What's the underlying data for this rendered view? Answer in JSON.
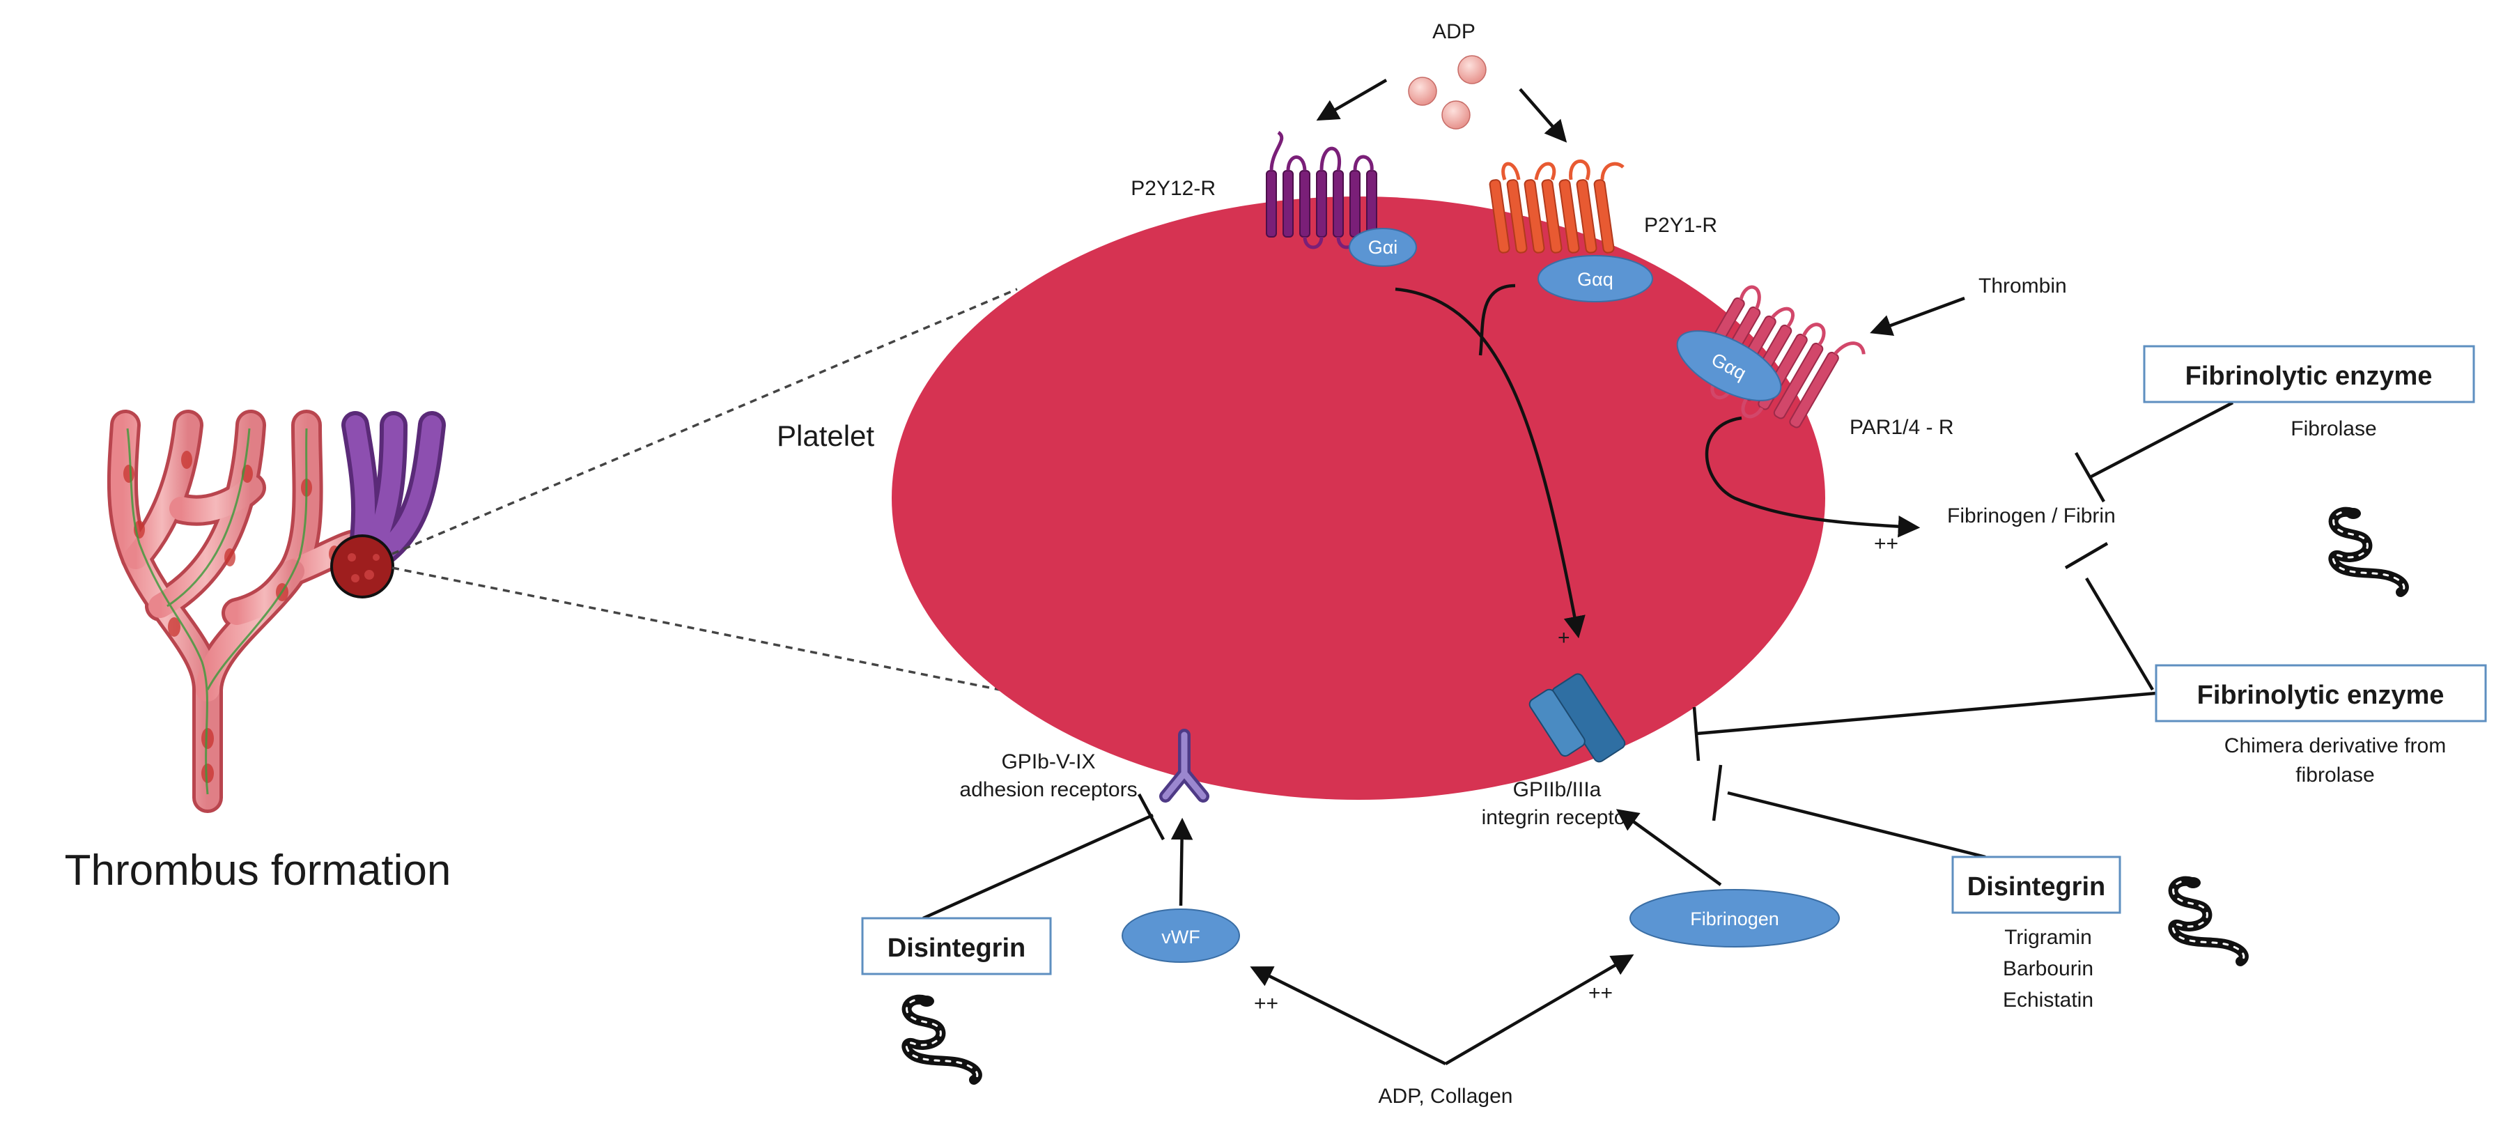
{
  "colors": {
    "platelet": "#d63352",
    "pill": "#5b95d3",
    "p2y12": "#7a1f78",
    "p2y1": "#e85a32",
    "par": "#d2476a",
    "integrin": "#2f6fa3",
    "box_border": "#5e8fc0"
  },
  "icons": [
    "snake-icon",
    "adp-particle",
    "vessel-tree-illustration"
  ],
  "left": {
    "title": "Thrombus formation"
  },
  "platelet_label": "Platelet",
  "adp": "ADP",
  "receptors": {
    "p2y12": "P2Y12-R",
    "p2y1": "P2Y1-R",
    "par": "PAR1/4 - R",
    "gpib_line1": "GPIb-V-IX",
    "gpib_line2": "adhesion receptors",
    "gpiib_line1": "GPIIb/IIIa",
    "gpiib_line2": "integrin receptor"
  },
  "pills": {
    "gai": "Gαi",
    "gaq1": "Gαq",
    "gaq2": "Gαq",
    "vwf": "vWF",
    "fibrinogen": "Fibrinogen"
  },
  "thrombin": "Thrombin",
  "fibrin": "Fibrinogen / Fibrin",
  "plus_signs": {
    "p1": "++",
    "p2": "+",
    "p3": "++",
    "p4": "++"
  },
  "boxes": {
    "fibrino1": {
      "title": "Fibrinolytic enzyme",
      "sub": "Fibrolase"
    },
    "fibrino2": {
      "title": "Fibrinolytic enzyme",
      "sub1": "Chimera derivative from",
      "sub2": "fibrolase"
    },
    "disint_right": {
      "title": "Disintegrin",
      "items": [
        "Trigramin",
        "Barbourin",
        "Echistatin"
      ]
    },
    "disint_left": {
      "title": "Disintegrin"
    }
  },
  "bottom": "ADP, Collagen"
}
